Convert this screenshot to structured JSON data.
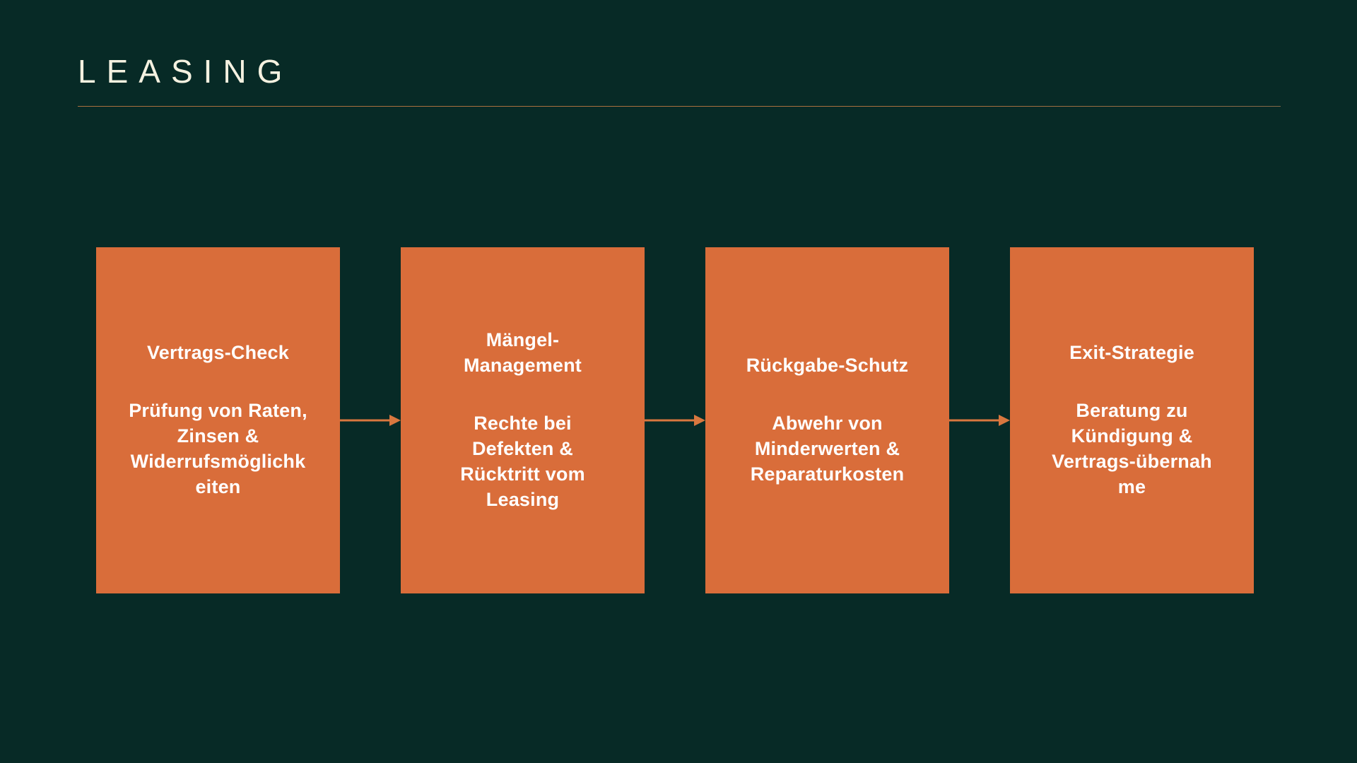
{
  "header": {
    "title": "LEASING",
    "divider_color": "#b3743f"
  },
  "theme": {
    "background": "#072a26",
    "card_color": "#d96d3a",
    "card_text_color": "#ffffff",
    "title_color": "#f4f1e0",
    "arrow_color": "#d96d3a"
  },
  "flow": {
    "arrow_icon": "arrow-right-icon",
    "cards": [
      {
        "title": "Vertrags-Check",
        "body": "Prüfung von Raten,\nZinsen &\nWiderrufsmöglichk\neiten"
      },
      {
        "title": "Mängel-\nManagement",
        "body": "Rechte bei\nDefekten &\nRücktritt vom\nLeasing"
      },
      {
        "title": "Rückgabe-Schutz",
        "body": "Abwehr von\nMinderwerten &\nReparaturkosten"
      },
      {
        "title": "Exit-Strategie",
        "body": "Beratung zu\nKündigung &\nVertrags-übernah\nme"
      }
    ]
  }
}
